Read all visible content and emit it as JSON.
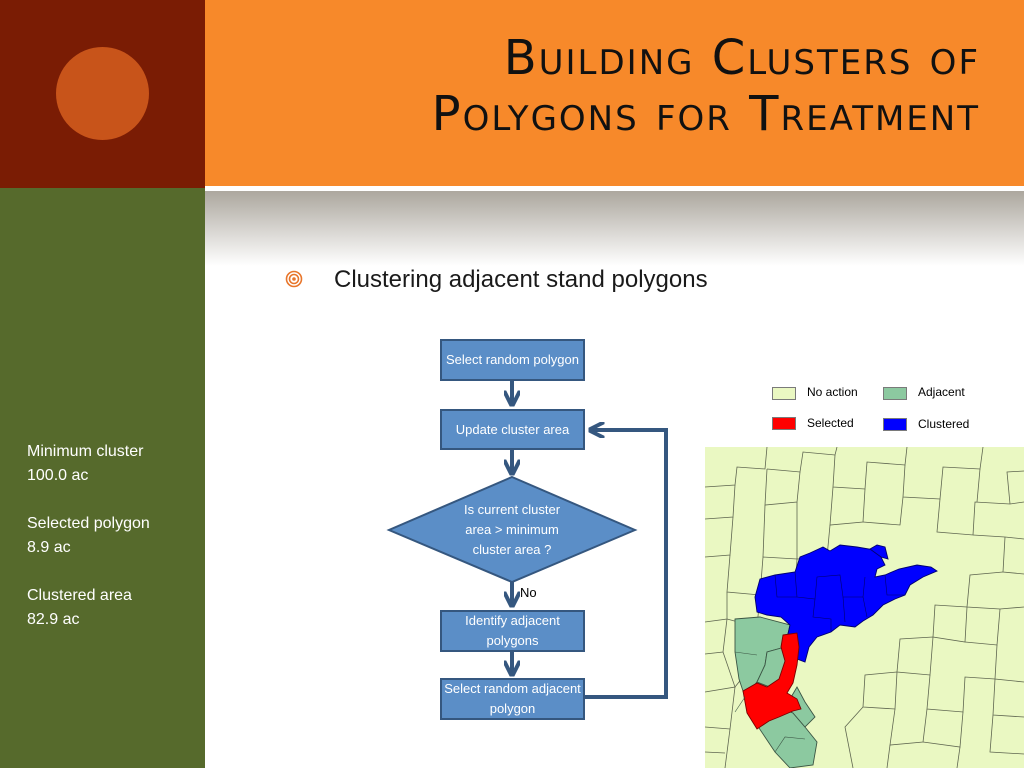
{
  "title": {
    "line1": "Building Clusters of",
    "line2": "Polygons for Treatment"
  },
  "bullet": {
    "text": "Clustering adjacent stand polygons",
    "icon": "circle-bullet-icon",
    "color": "#e8762b"
  },
  "stats": [
    {
      "label": "Minimum cluster",
      "value": "100.0 ac"
    },
    {
      "label": "Selected polygon",
      "value": "8.9 ac"
    },
    {
      "label": "Clustered area",
      "value": "82.9 ac"
    }
  ],
  "flowchart": {
    "step1": "Select random polygon",
    "step2": "Update cluster area",
    "decision": [
      "Is current cluster",
      "area > minimum",
      "cluster area ?"
    ],
    "no_label": "No",
    "step3": "Identify adjacent polygons",
    "step4": "Select random adjacent polygon"
  },
  "legend": [
    {
      "label": "No action",
      "color": "#eaf8c2"
    },
    {
      "label": "Adjacent",
      "color": "#8cc9a0"
    },
    {
      "label": "Selected",
      "color": "#ff0000"
    },
    {
      "label": "Clustered",
      "color": "#0000ff"
    }
  ],
  "colors": {
    "header": "#f7892a",
    "corner": "#7a1c04",
    "sidebar": "#566a2c",
    "flow_fill": "#5b8ec7",
    "flow_border": "#35577f",
    "map_base": "#eaf8c2"
  }
}
